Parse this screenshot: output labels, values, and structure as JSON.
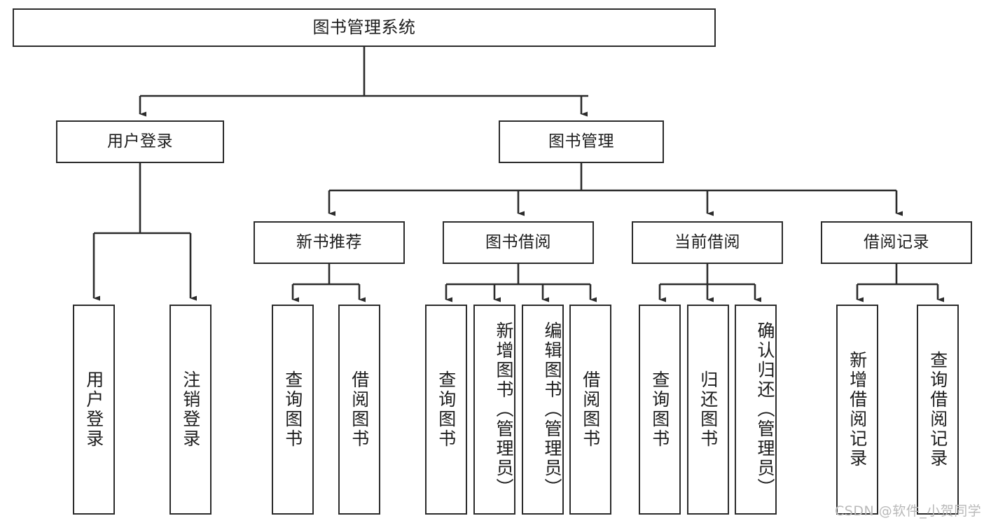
{
  "diagram": {
    "type": "tree-hierarchy",
    "title": "图书管理系统",
    "background_color": "#ffffff",
    "stroke_color": "#2b2b2b",
    "text_color": "#1d1d1d",
    "root": {
      "label": "图书管理系统"
    },
    "level2": [
      {
        "label": "用户登录"
      },
      {
        "label": "图书管理"
      }
    ],
    "level3": [
      {
        "label": "新书推荐"
      },
      {
        "label": "图书借阅"
      },
      {
        "label": "当前借阅"
      },
      {
        "label": "借阅记录"
      }
    ],
    "leaves": {
      "user_login": [
        {
          "label": "用户登录"
        },
        {
          "label": "注销登录"
        }
      ],
      "new_book_recommend": [
        {
          "label": "查询图书"
        },
        {
          "label": "借阅图书"
        }
      ],
      "book_borrow": [
        {
          "label": "查询图书"
        },
        {
          "label": "新增图书（管理员）"
        },
        {
          "label": "编辑图书（管理员）"
        },
        {
          "label": "借阅图书"
        }
      ],
      "current_borrow": [
        {
          "label": "查询图书"
        },
        {
          "label": "归还图书"
        },
        {
          "label": "确认归还（管理员）"
        }
      ],
      "borrow_record": [
        {
          "label": "新增借阅记录"
        },
        {
          "label": "查询借阅记录"
        }
      ]
    },
    "watermark": "CSDN @软件_小贺同学"
  }
}
